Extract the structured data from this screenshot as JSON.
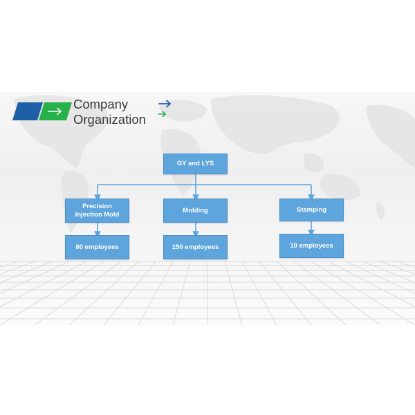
{
  "header": {
    "title_line1": "Company",
    "title_line2": "Organization"
  },
  "colors": {
    "brand_dark_blue": "#1f5fa8",
    "brand_green": "#27b14a",
    "node_fill": "#5ea4dd",
    "connector": "#5ea4dd"
  },
  "diagram": {
    "root": {
      "label": "GY and LYS"
    },
    "divisions": [
      {
        "label_line1": "Precision",
        "label_line2": "Injection Mold",
        "employees": "80 employees"
      },
      {
        "label_line1": "Molding",
        "label_line2": "",
        "employees": "150 employees"
      },
      {
        "label_line1": "Stamping",
        "label_line2": "",
        "employees": "10 employees"
      }
    ]
  }
}
